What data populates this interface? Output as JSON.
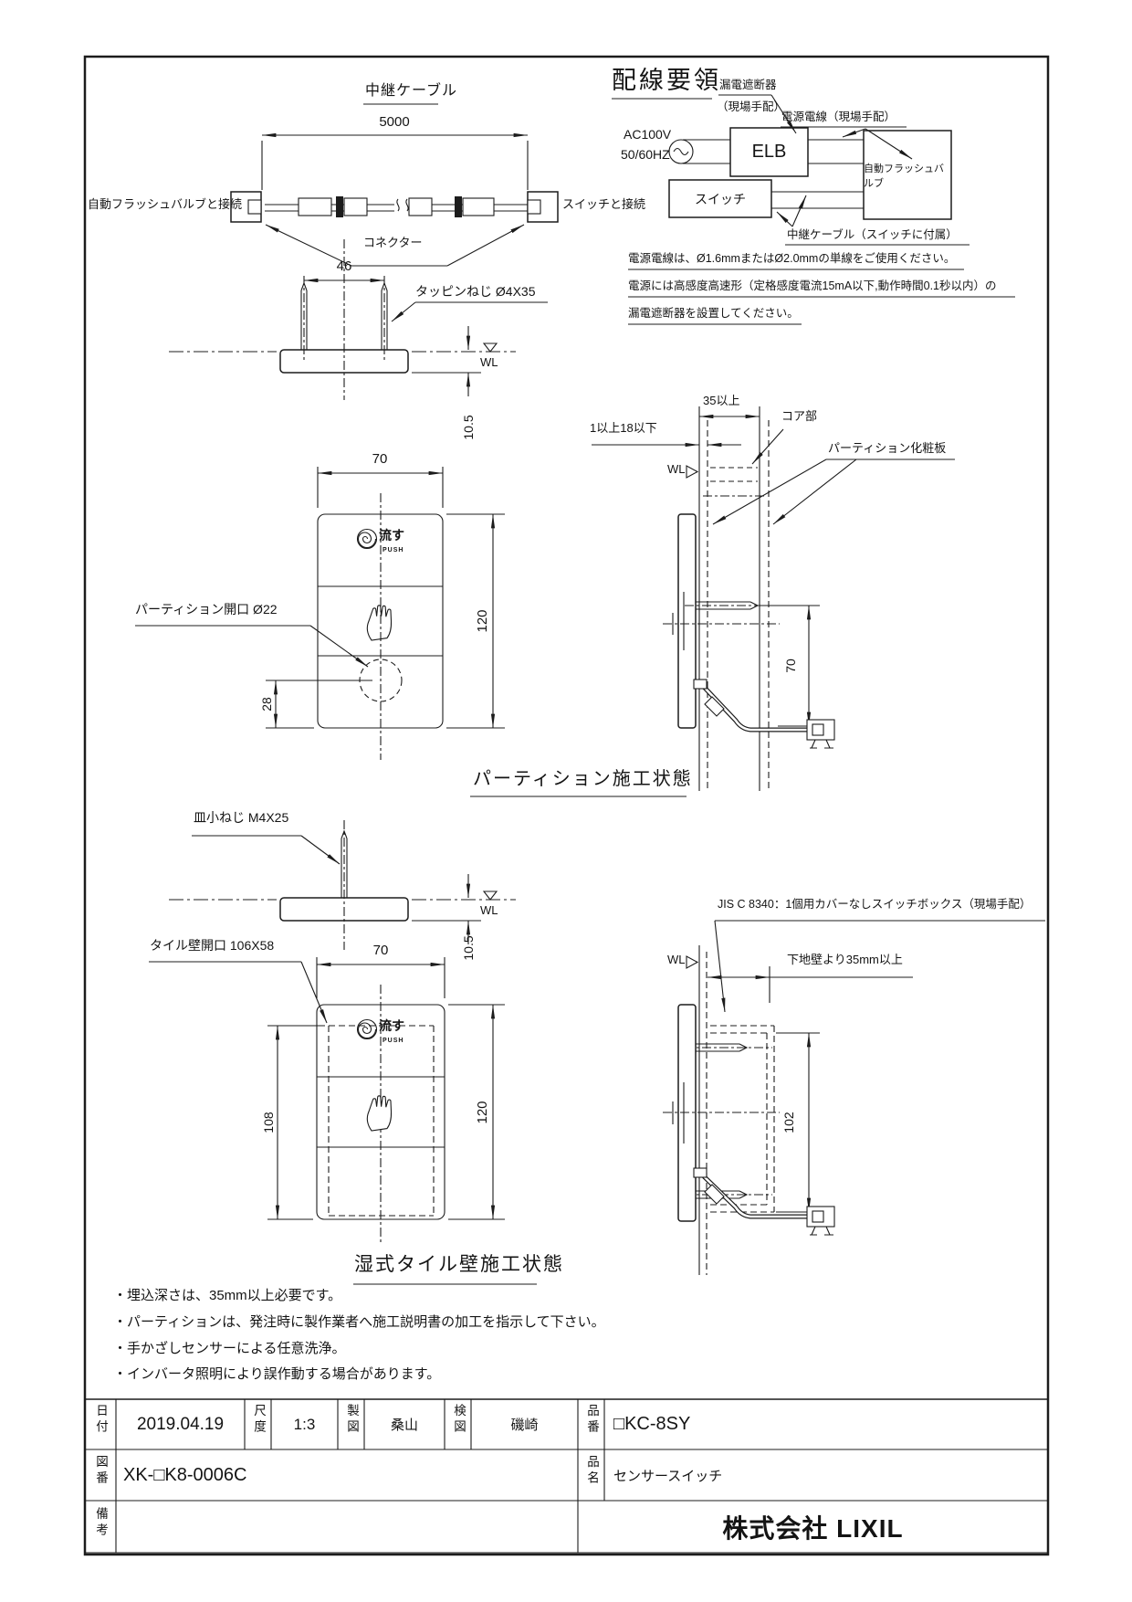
{
  "cable_diagram": {
    "title": "中継ケーブル",
    "dim_length": "5000",
    "left_label": "自動フラッシュバルブと接続",
    "right_label": "スイッチと接続",
    "connector_label": "コネクター"
  },
  "wiring": {
    "title": "配線要領",
    "breaker_line1": "漏電遮断器",
    "breaker_line2": "（現場手配）",
    "power_wire_label": "電源電線（現場手配）",
    "source_line1": "AC100V",
    "source_line2": "50/60HZ",
    "elb_label": "ELB",
    "switch_label": "スイッチ",
    "valve_label": "自動フラッシュバルブ",
    "relay_cable_label": "中継ケーブル（スイッチに付属）",
    "notes": [
      "電源電線は、Ø1.6mmまたはØ2.0mmの単線をご使用ください。",
      "電源には高感度高速形（定格感度電流15mA以下,動作時間0.1秒以内）の",
      "漏電遮断器を設置してください。"
    ]
  },
  "logo": {
    "text": "流す",
    "push": "PUSH"
  },
  "wl_label": "WL",
  "partition": {
    "caption": "パーティション施工状態",
    "screw_label": "タッピンねじ Ø4X35",
    "dim_screw_pitch": "46",
    "dim_plate_depth": "10.5",
    "dim_width": "70",
    "dim_height": "120",
    "dim_hole_offset": "28",
    "opening_label": "パーティション開口 Ø22",
    "dim_board_thickness": "35以上",
    "dim_face_gap": "1以上18以下",
    "core_label": "コア部",
    "face_board_label": "パーティション化粧板",
    "dim_side_height": "70"
  },
  "tile": {
    "caption": "湿式タイル壁施工状態",
    "screw_label": "皿小ねじ M4X25",
    "opening_label": "タイル壁開口 106X58",
    "dim_plate_depth": "10.5",
    "dim_width": "70",
    "dim_height": "120",
    "dim_opening_height": "108",
    "box_label": "JIS C 8340：1個用カバーなしスイッチボックス（現場手配）",
    "dim_wall_offset": "下地壁より35mm以上",
    "dim_box_height": "102"
  },
  "notes": [
    "・埋込深さは、35mm以上必要です。",
    "・パーティションは、発注時に製作業者へ施工説明書の加工を指示して下さい。",
    "・手かざしセンサーによる任意洗浄。",
    "・インバータ照明により誤作動する場合があります。"
  ],
  "title_block": {
    "date_label": "日付",
    "date": "2019.04.19",
    "scale_label": "尺度",
    "scale": "1:3",
    "drafted_label": "製図",
    "drafted_by": "桑山",
    "checked_label": "検図",
    "checked_by": "磯崎",
    "part_no_label": "品番",
    "part_no": "□KC-8SY",
    "drawing_no_label": "図番",
    "drawing_no": "XK-□K8-0006C",
    "product_label": "品名",
    "product_name": "センサースイッチ",
    "remarks_label": "備考",
    "company": "株式会社 LIXIL"
  }
}
